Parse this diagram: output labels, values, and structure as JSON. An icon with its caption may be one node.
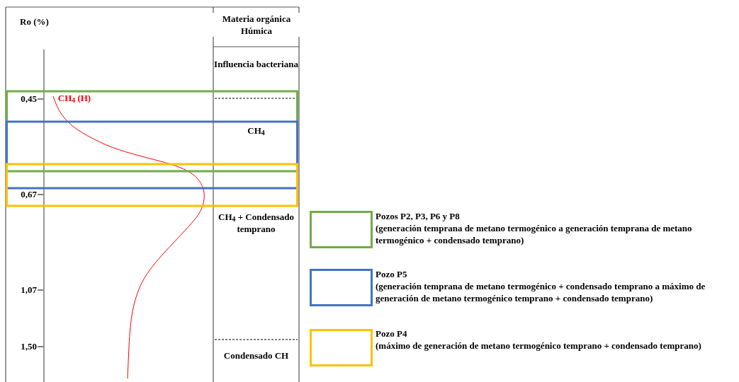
{
  "diagram": {
    "labels": [
      "Ro (%)",
      "Materia orgánica Húmica",
      "Influencia bacteriana",
      "0,45",
      "CH$_{4}$ (H)",
      "CH$_{4}$",
      "0,67",
      "CH$_{4}$ + Condensado temprano",
      "1,07",
      "1,50",
      "Condensado CH",
      "(generación temprana de metano termogénico a generación temprana de metano termogénico + condensado temprano)",
      "(generación temprana de metano termogénico + condensado temprano a máximo de generación de metano termogénico temprano + condensado temprano)",
      "(máximo de generación de metano termogénico temprano + condensado temprano)"
    ],
    "legend": [
      {
        "text": "Pozos P2, P3, P6 y P8",
        "color": "#70ad47"
      },
      {
        "text": "Pozo P5",
        "color": "#4472c4"
      },
      {
        "text": "Pozo P4",
        "color": "#ffc000"
      }
    ]
  }
}
